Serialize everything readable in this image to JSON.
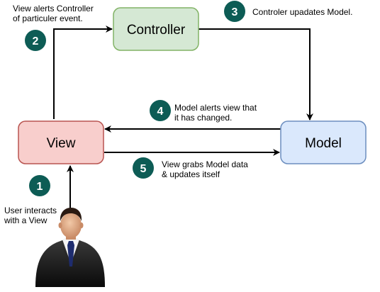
{
  "nodes": {
    "controller": "Controller",
    "view": "View",
    "model": "Model"
  },
  "steps": [
    {
      "number": "1",
      "text": "User interacts\nwith a View"
    },
    {
      "number": "2",
      "text": "View alerts Controller\nof particuler event."
    },
    {
      "number": "3",
      "text": "Controler upadates Model."
    },
    {
      "number": "4",
      "text": "Model alerts view that\nit has changed."
    },
    {
      "number": "5",
      "text": "View grabs Model data\n& updates itself"
    }
  ],
  "colors": {
    "controller_fill": "#d5e8d4",
    "controller_stroke": "#82b366",
    "view_fill": "#f8cecc",
    "view_stroke": "#b85450",
    "model_fill": "#dae8fc",
    "model_stroke": "#6c8ebf",
    "badge_fill": "#0d5c55",
    "arrow": "#000000"
  },
  "icons": {
    "user": "businessman-icon"
  }
}
